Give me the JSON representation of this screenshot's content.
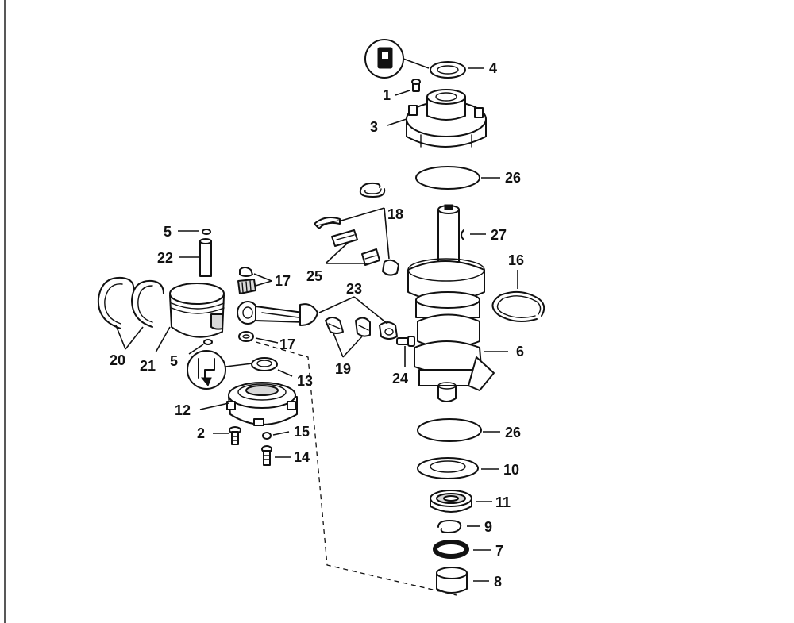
{
  "diagram": {
    "type": "exploded parts diagram",
    "callouts": {
      "c1": "1",
      "c2": "2",
      "c3": "3",
      "c4": "4",
      "c5a": "5",
      "c5b": "5",
      "c6": "6",
      "c7": "7",
      "c8": "8",
      "c9": "9",
      "c10": "10",
      "c11": "11",
      "c12": "12",
      "c13": "13",
      "c14": "14",
      "c15": "15",
      "c16": "16",
      "c17a": "17",
      "c17b": "17",
      "c18": "18",
      "c19": "19",
      "c20": "20",
      "c21": "21",
      "c22": "22",
      "c23": "23",
      "c24": "24",
      "c25": "25",
      "c26a": "26",
      "c26b": "26",
      "c27": "27"
    },
    "symbols": [
      "sealant-symbol",
      "lubricant-symbol"
    ]
  }
}
